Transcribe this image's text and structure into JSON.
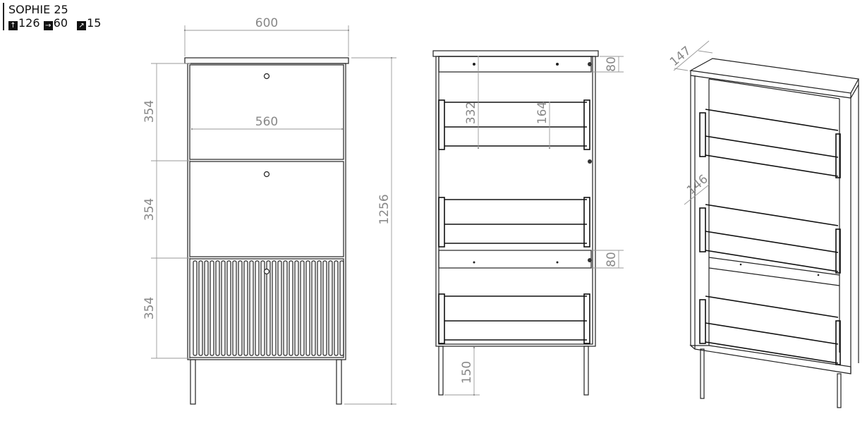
{
  "header": {
    "title": "SOPHIE 25",
    "height": "126",
    "width": "60",
    "depth": "15",
    "icons": [
      "arrow-up-icon",
      "arrow-right-icon",
      "arrow-diagonal-icon"
    ]
  },
  "front_view": {
    "width_outer": "600",
    "width_inner": "560",
    "drawer_heights": [
      "354",
      "354",
      "354"
    ],
    "total_height": "1256"
  },
  "open_view": {
    "rail_top": "80",
    "compartment": "332",
    "shelf_spacing": "164",
    "rail_middle": "80",
    "leg_height": "150"
  },
  "iso_view": {
    "depth_outer": "147",
    "depth_inner": "146"
  }
}
